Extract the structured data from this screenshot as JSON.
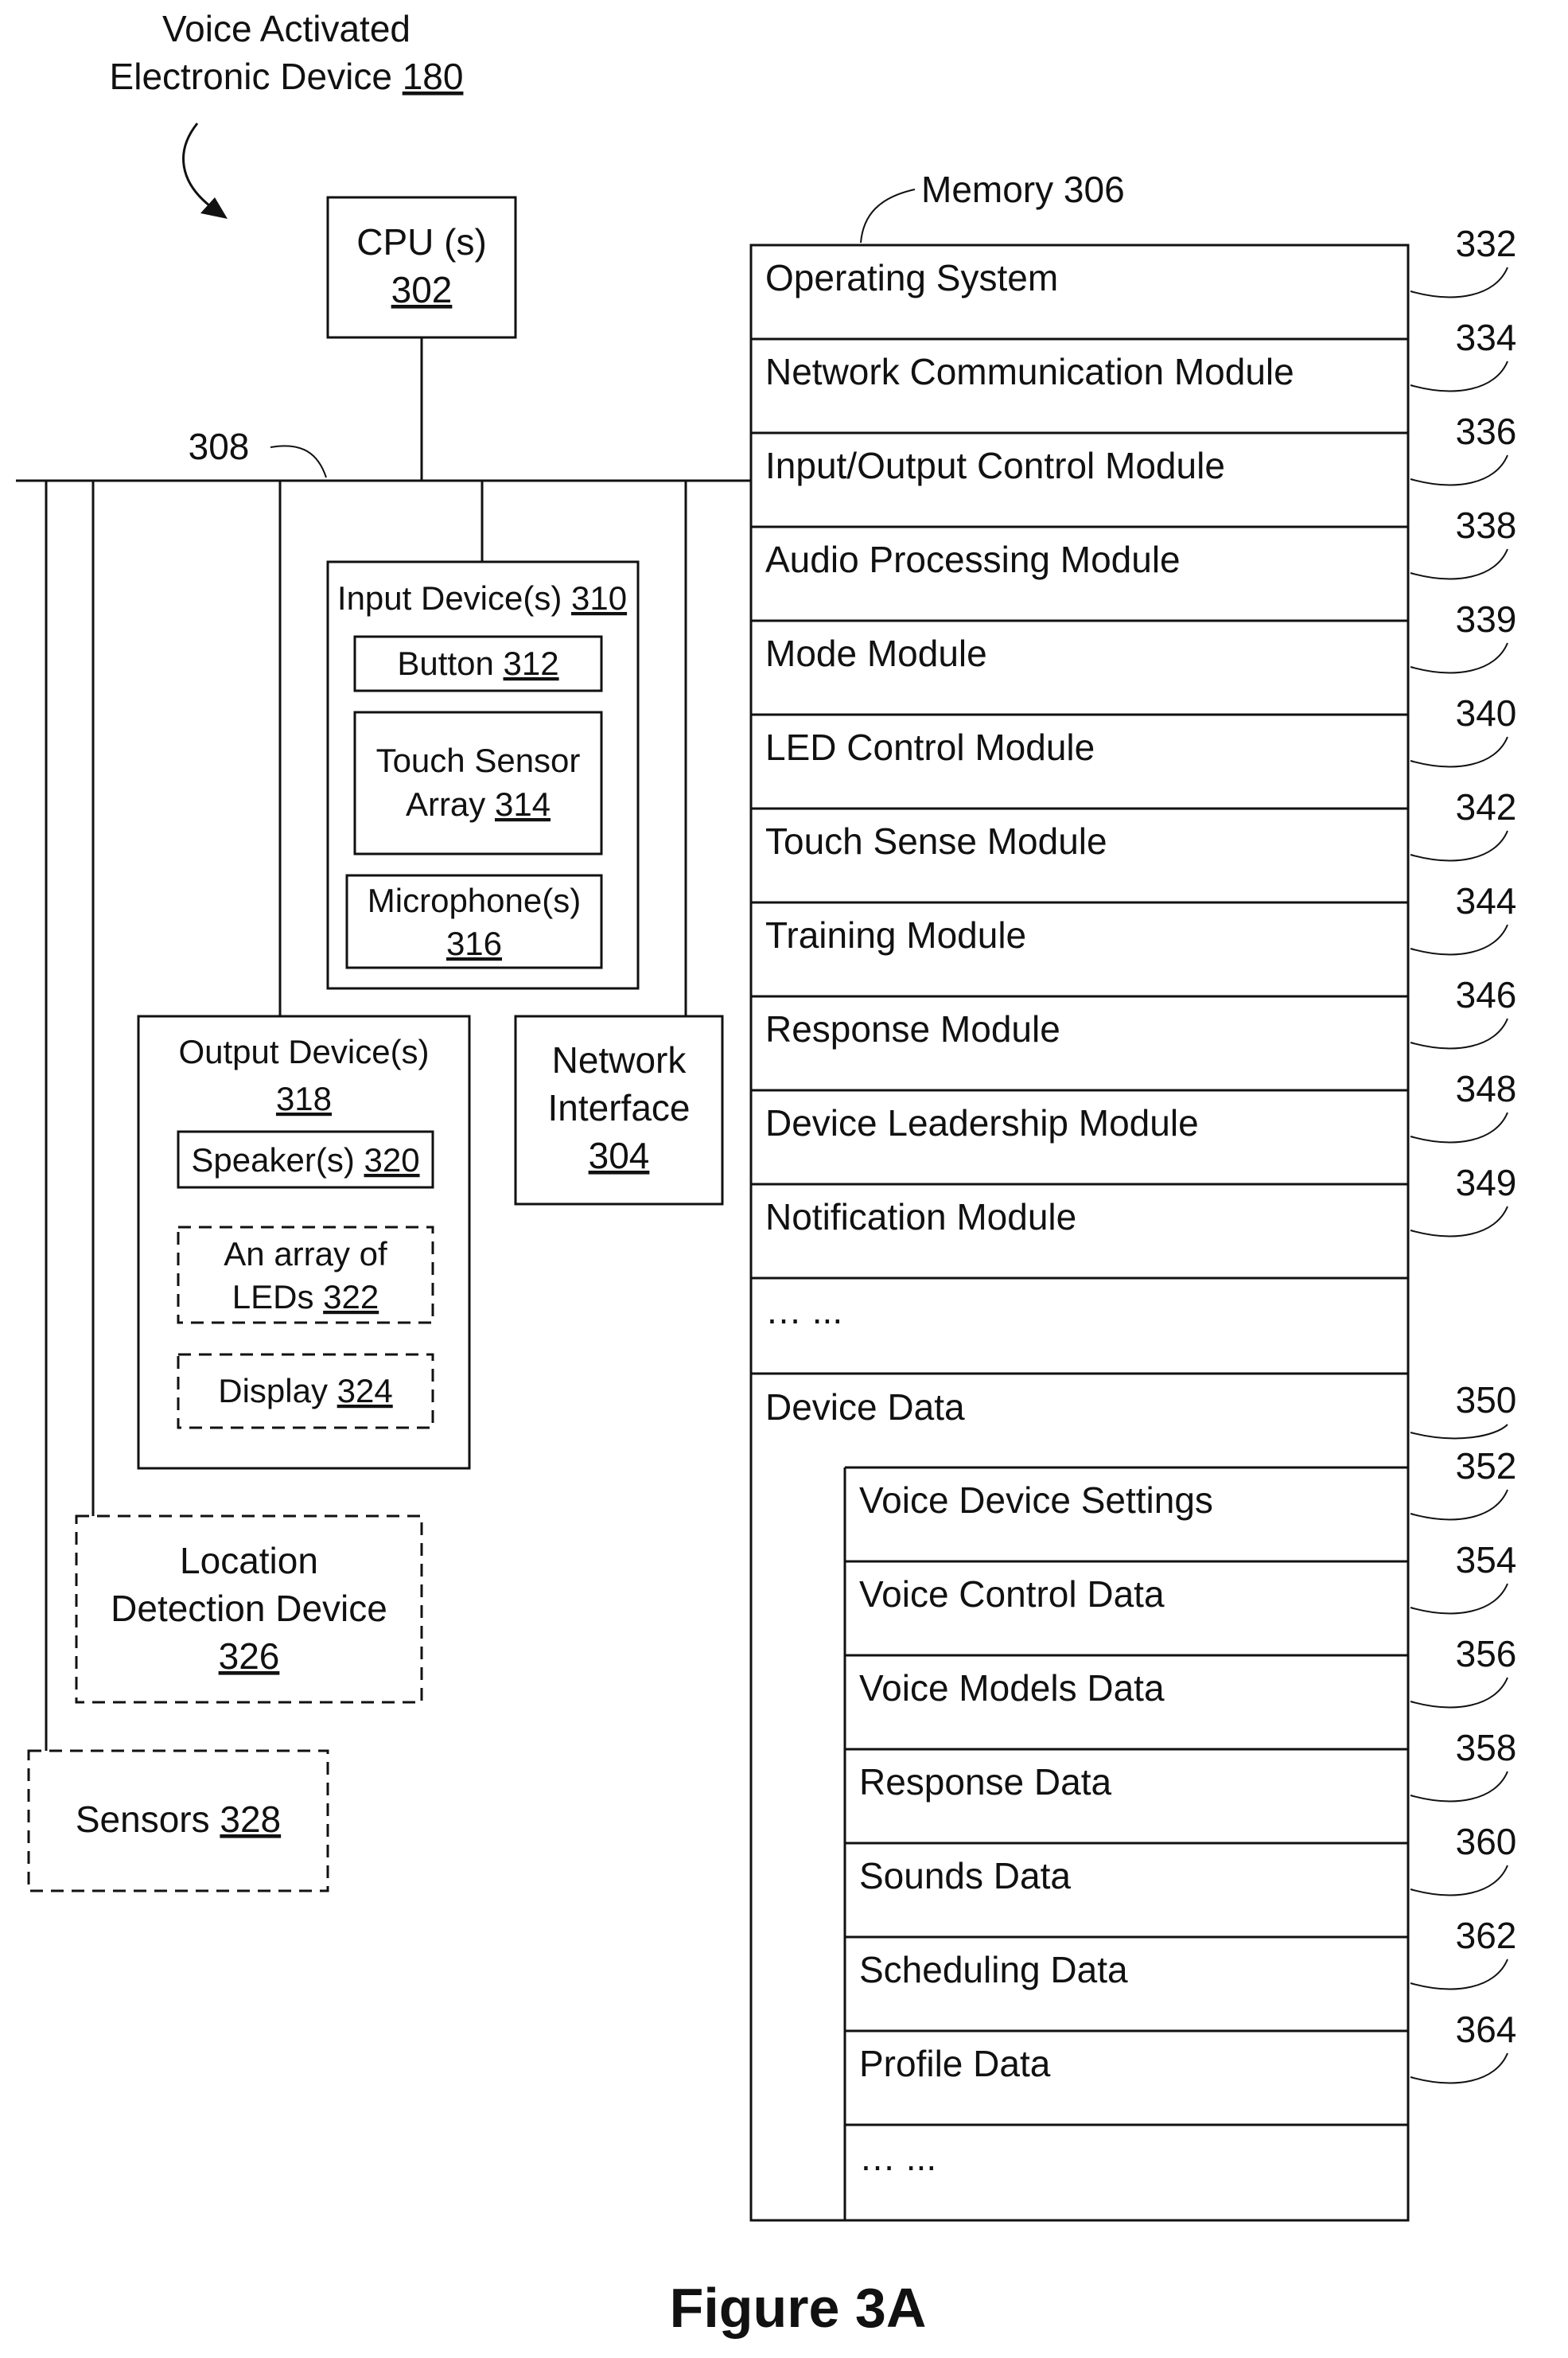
{
  "device_label": {
    "line1": "Voice Activated",
    "line2": "Electronic Device",
    "ref": "180"
  },
  "cpu": {
    "label": "CPU (s)",
    "ref": "302"
  },
  "bus_ref": "308",
  "memory_label": "Memory 306",
  "input_devices": {
    "label": "Input Device(s)",
    "ref": "310",
    "button": {
      "label": "Button",
      "ref": "312"
    },
    "touch": {
      "line1": "Touch Sensor",
      "line2": "Array",
      "ref": "314"
    },
    "mic": {
      "label": "Microphone(s)",
      "ref": "316"
    }
  },
  "output_devices": {
    "label": "Output Device(s)",
    "ref": "318",
    "speaker": {
      "label": "Speaker(s)",
      "ref": "320"
    },
    "leds": {
      "line1": "An array of",
      "line2": "LEDs",
      "ref": "322"
    },
    "display": {
      "label": "Display",
      "ref": "324"
    }
  },
  "network_interface": {
    "line1": "Network",
    "line2": "Interface",
    "ref": "304"
  },
  "location": {
    "line1": "Location",
    "line2": "Detection Device",
    "ref": "326"
  },
  "sensors": {
    "label": "Sensors",
    "ref": "328"
  },
  "memory_modules": [
    {
      "label": "Operating System",
      "ref": "332"
    },
    {
      "label": "Network Communication Module",
      "ref": "334"
    },
    {
      "label": "Input/Output Control Module",
      "ref": "336"
    },
    {
      "label": "Audio Processing Module",
      "ref": "338"
    },
    {
      "label": "Mode Module",
      "ref": "339"
    },
    {
      "label": "LED Control Module",
      "ref": "340"
    },
    {
      "label": "Touch Sense Module",
      "ref": "342"
    },
    {
      "label": "Training Module",
      "ref": "344"
    },
    {
      "label": "Response Module",
      "ref": "346"
    },
    {
      "label": "Device Leadership Module",
      "ref": "348"
    },
    {
      "label": "Notification Module",
      "ref": "349"
    },
    {
      "label": "… ...",
      "ref": ""
    }
  ],
  "device_data": {
    "label": "Device Data",
    "ref": "350"
  },
  "device_data_items": [
    {
      "label": "Voice Device Settings",
      "ref": "352"
    },
    {
      "label": "Voice Control Data",
      "ref": "354"
    },
    {
      "label": "Voice Models Data",
      "ref": "356"
    },
    {
      "label": "Response Data",
      "ref": "358"
    },
    {
      "label": "Sounds Data",
      "ref": "360"
    },
    {
      "label": "Scheduling Data",
      "ref": "362"
    },
    {
      "label": "Profile Data",
      "ref": "364"
    },
    {
      "label": "… ...",
      "ref": ""
    }
  ],
  "figure_caption": "Figure 3A"
}
